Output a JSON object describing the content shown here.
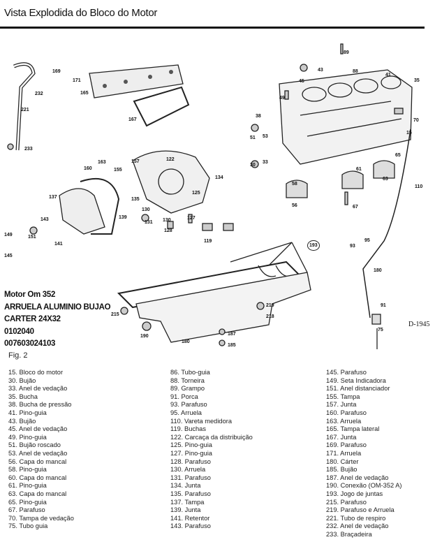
{
  "title": "Vista Explodida do Bloco do Motor",
  "note": [
    "Motor Om 352",
    "ARRUELA ALUMINIO BUJAO",
    "CARTER 24X32",
    "0102040",
    "007603024103"
  ],
  "figure_label": "Fig. 2",
  "drawing_ref": "D-1945",
  "callouts": [
    "89",
    "43",
    "88",
    "169",
    "171",
    "41",
    "35",
    "232",
    "165",
    "45",
    "49",
    "38",
    "70",
    "167",
    "221",
    "51",
    "53",
    "15",
    "233",
    "30",
    "33",
    "65",
    "163",
    "160",
    "155",
    "157",
    "122",
    "134",
    "61",
    "63",
    "58",
    "110",
    "125",
    "137",
    "135",
    "56",
    "67",
    "130",
    "143",
    "139",
    "131",
    "130",
    "127",
    "149",
    "151",
    "128",
    "119",
    "141",
    "145",
    "193",
    "93",
    "95",
    "180",
    "91",
    "215",
    "219",
    "218",
    "190",
    "180",
    "187",
    "185",
    "75"
  ],
  "legend": {
    "col1": [
      "15. Bloco do motor",
      "30. Bujão",
      "33. Anel de vedação",
      "35. Bucha",
      "38. Bucha de pressão",
      "41. Pino-guia",
      "43. Bujão",
      "45. Anel de vedação",
      "49. Pino-guia",
      "51. Bujão roscado",
      "53. Anel de vedação",
      "56. Capa do mancal",
      "58. Pino-guia",
      "60. Capa do mancal",
      "61. Pino-guia",
      "63. Capa do mancal",
      "65. Pino-guia",
      "67. Parafuso",
      "70. Tampa de vedação",
      "75. Tubo guia"
    ],
    "col2": [
      "86. Tubo-guia",
      "88. Torneira",
      "89. Grampo",
      "91. Porca",
      "93. Parafuso",
      "95. Arruela",
      "110. Vareta medidora",
      "119. Buchas",
      "122. Carcaça da distribuição",
      "125. Pino-guia",
      "127. Pino-guia",
      "128. Parafuso",
      "130. Arruela",
      "131. Parafuso",
      "134. Junta",
      "135. Parafuso",
      "137. Tampa",
      "139. Junta",
      "141. Retentor",
      "143. Parafuso"
    ],
    "col3": [
      "145. Parafuso",
      "149. Seta Indicadora",
      "151. Anel distanciador",
      "155. Tampa",
      "157. Junta",
      "160. Parafuso",
      "163. Arruela",
      "165. Tampa lateral",
      "167. Junta",
      "169. Parafuso",
      "171. Arruela",
      "180. Cárter",
      "185. Bujão",
      "187. Anel de vedação",
      "190. Conexão (OM-352 A)",
      "193. Jogo de juntas",
      "215. Parafuso",
      "219. Parafuso e Arruela",
      "221. Tubo de respiro",
      "232. Anel de vedação",
      "233. Braçadeira"
    ]
  }
}
